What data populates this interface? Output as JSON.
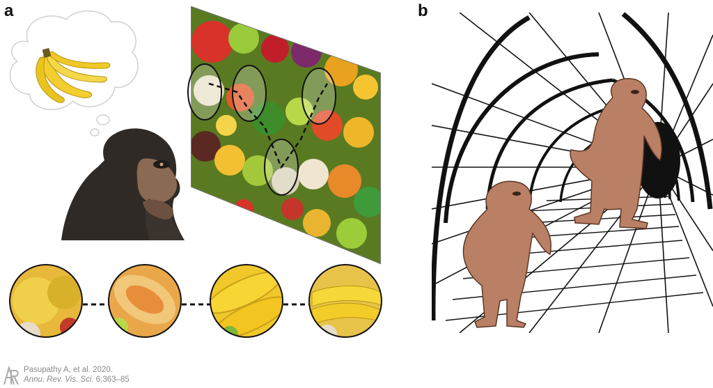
{
  "figure": {
    "panels": [
      {
        "label": "a"
      },
      {
        "label": "b"
      }
    ]
  },
  "citation": {
    "line1": "Pasupathy A, et al. 2020.",
    "line2_journal": "Annu. Rev. Vis. Sci.",
    "line2_ref": " 6:363–85"
  },
  "colors": {
    "ape": "#b98066",
    "ape_stroke": "#5a3524",
    "tunnel": "#111111",
    "banana": "#f2cf2e"
  }
}
